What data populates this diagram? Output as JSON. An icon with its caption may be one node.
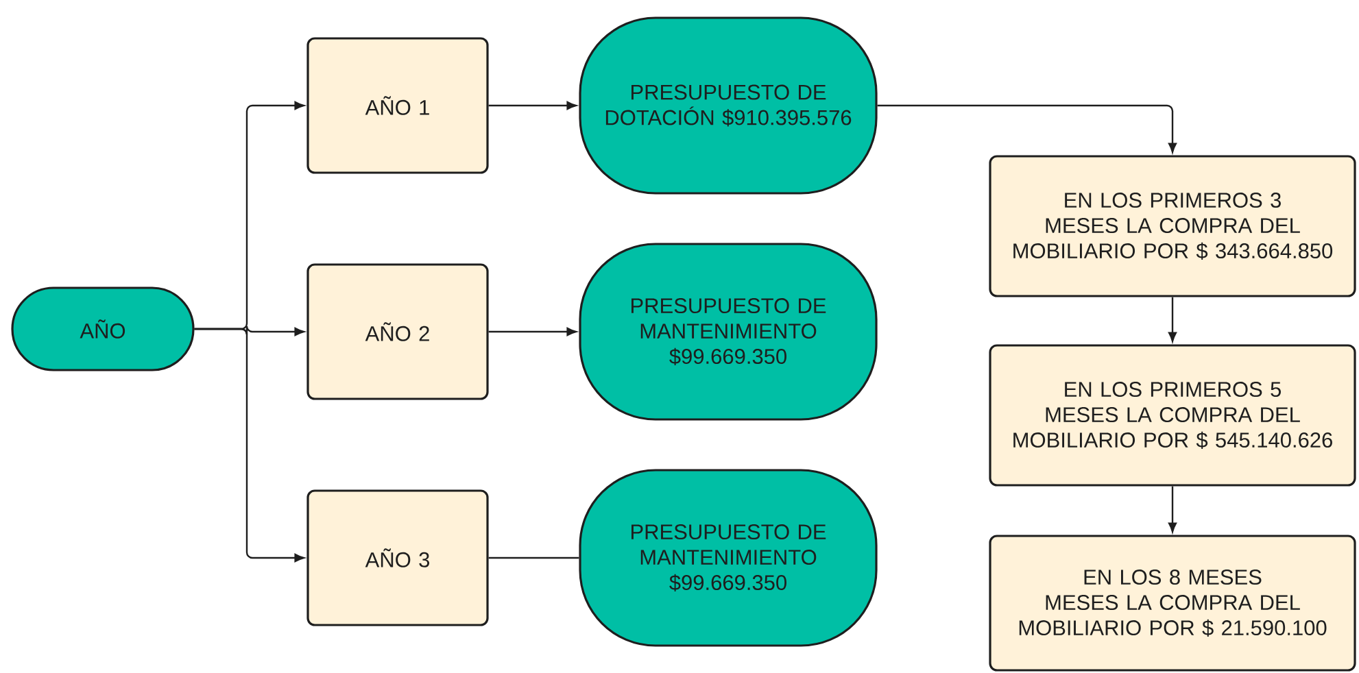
{
  "diagram": {
    "nodes": [
      {
        "text": [
          "AÑO"
        ]
      },
      {
        "text": [
          "AÑO 1"
        ]
      },
      {
        "text": [
          "AÑO 2"
        ]
      },
      {
        "text": [
          "AÑO 3"
        ]
      },
      {
        "text": [
          "PRESUPUESTO DE DOTACIÓN $910.395.576"
        ]
      },
      {
        "text": [
          "PRESUPUESTO DE MANTENIMIENTO $99.669.350"
        ]
      },
      {
        "text": [
          "PRESUPUESTO DE MANTENIMIENTO $99.669.350"
        ]
      },
      {
        "text": [
          "EN LOS PRIMEROS 3 MESES LA COMPRA DEL MOBILIARIO POR $ 343.664.850"
        ]
      },
      {
        "text": [
          "EN LOS PRIMEROS 5 MESES LA COMPRA DEL MOBILIARIO POR $ 545.140.626"
        ]
      },
      {
        "text": [
          "EN LOS 8 MESES MESES LA COMPRA DEL MOBILIARIO POR $ 21.590.100"
        ]
      }
    ],
    "edges": [
      {
        "from": 0,
        "to": 1,
        "arrow": "to"
      },
      {
        "from": 0,
        "to": 2,
        "arrow": "to"
      },
      {
        "from": 0,
        "to": 3,
        "arrow": "to"
      },
      {
        "from": 1,
        "to": 4,
        "arrow": "to"
      },
      {
        "from": 2,
        "to": 5,
        "arrow": "to"
      },
      {
        "from": 3,
        "to": 6,
        "arrow": "none"
      },
      {
        "from": 4,
        "to": 7,
        "arrow": "to"
      },
      {
        "from": 7,
        "to": 8,
        "arrow": "to"
      },
      {
        "from": 8,
        "to": 9,
        "arrow": "to"
      }
    ]
  }
}
